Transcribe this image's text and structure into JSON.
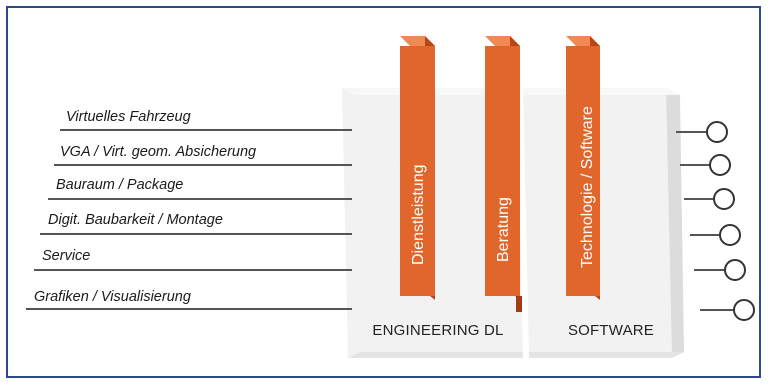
{
  "labels": [
    "Virtuelles Fahrzeug",
    "VGA / Virt. geom. Absicherung",
    "Bauraum / Package",
    "Digit. Baubarkeit / Montage",
    "Service",
    "Grafiken / Visualisierung"
  ],
  "pillars": [
    "Dienstleistung",
    "Beratung",
    "Technologie / Software"
  ],
  "base": {
    "left": "ENGINEERING DL",
    "right": "SOFTWARE"
  },
  "colors": {
    "frame": "#2b4a86",
    "pillar_front": "#e0662b",
    "pillar_side": "#b8461a",
    "pillar_top": "#f08a55",
    "platform": "#f0f0f0",
    "platform_side": "#d6d6d6",
    "line": "#555555"
  },
  "connectors": 6
}
